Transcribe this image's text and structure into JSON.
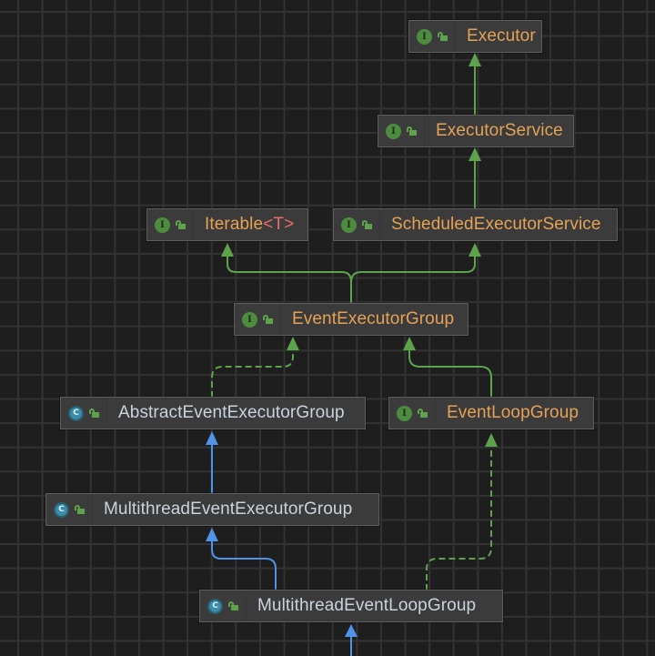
{
  "diagram": {
    "type": "UML class hierarchy",
    "colors": {
      "background": "#1e1e1e",
      "grid": "#333333",
      "node_bg": "#3b3b3b",
      "node_border": "#5e5e5e",
      "interface_text": "#e5a255",
      "class_text": "#c9d3de",
      "generic_param": "#ec6b69",
      "interface_badge": "#4d8c3f",
      "class_badge": "#3c8ca8",
      "extends_interface_edge": "#5ea34b",
      "extends_class_edge": "#4f94e8",
      "implements_edge": "#5ea34b"
    },
    "nodes": [
      {
        "id": "executor",
        "name": "Executor",
        "kind": "interface",
        "badge": "I",
        "visibility": "public"
      },
      {
        "id": "executor_service",
        "name": "ExecutorService",
        "kind": "interface",
        "badge": "I",
        "visibility": "public"
      },
      {
        "id": "iterable",
        "name": "Iterable",
        "generic": "<T>",
        "kind": "interface",
        "badge": "I",
        "visibility": "public"
      },
      {
        "id": "scheduled_executor_service",
        "name": "ScheduledExecutorService",
        "kind": "interface",
        "badge": "I",
        "visibility": "public"
      },
      {
        "id": "event_executor_group",
        "name": "EventExecutorGroup",
        "kind": "interface",
        "badge": "I",
        "visibility": "public"
      },
      {
        "id": "abstract_event_executor_group",
        "name": "AbstractEventExecutorGroup",
        "kind": "abstract class",
        "badge": "C",
        "visibility": "public"
      },
      {
        "id": "event_loop_group",
        "name": "EventLoopGroup",
        "kind": "interface",
        "badge": "I",
        "visibility": "public"
      },
      {
        "id": "multithread_event_executor_group",
        "name": "MultithreadEventExecutorGroup",
        "kind": "abstract class",
        "badge": "C",
        "visibility": "public"
      },
      {
        "id": "multithread_event_loop_group",
        "name": "MultithreadEventLoopGroup",
        "kind": "abstract class",
        "badge": "C",
        "visibility": "public"
      }
    ],
    "edges": [
      {
        "from": "executor_service",
        "to": "executor",
        "relation": "extends",
        "style": "solid-green"
      },
      {
        "from": "scheduled_executor_service",
        "to": "executor_service",
        "relation": "extends",
        "style": "solid-green"
      },
      {
        "from": "event_executor_group",
        "to": "iterable",
        "relation": "extends",
        "style": "solid-green"
      },
      {
        "from": "event_executor_group",
        "to": "scheduled_executor_service",
        "relation": "extends",
        "style": "solid-green"
      },
      {
        "from": "abstract_event_executor_group",
        "to": "event_executor_group",
        "relation": "implements",
        "style": "dashed-green"
      },
      {
        "from": "event_loop_group",
        "to": "event_executor_group",
        "relation": "extends",
        "style": "solid-green"
      },
      {
        "from": "multithread_event_executor_group",
        "to": "abstract_event_executor_group",
        "relation": "extends",
        "style": "solid-blue"
      },
      {
        "from": "multithread_event_loop_group",
        "to": "multithread_event_executor_group",
        "relation": "extends",
        "style": "solid-blue"
      },
      {
        "from": "multithread_event_loop_group",
        "to": "event_loop_group",
        "relation": "implements",
        "style": "dashed-green"
      },
      {
        "from": "(offscreen subclass)",
        "to": "multithread_event_loop_group",
        "relation": "extends",
        "style": "solid-blue"
      }
    ]
  }
}
